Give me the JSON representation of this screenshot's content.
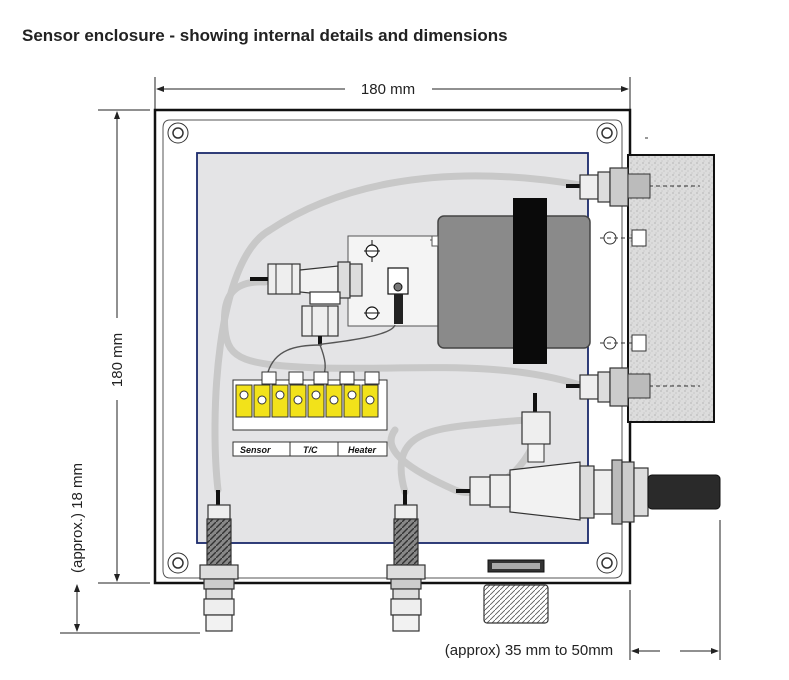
{
  "title": "Sensor enclosure - showing internal details and dimensions",
  "dimensions": {
    "width": "180 mm",
    "height": "180 mm",
    "bottom_depth": "(approx.) 18 mm",
    "side_depth": "(approx) 35 mm to 50mm"
  },
  "terminal_block": {
    "labels": [
      "Sensor",
      "T/C",
      "Heater"
    ]
  },
  "colors": {
    "panel_border": "#1b2a6b",
    "panel_fill": "#e4e4e6",
    "tubing": "#c8c8c8",
    "terminal_yellow": "#f2e21a",
    "sensor_body": "#8a8a8a"
  }
}
